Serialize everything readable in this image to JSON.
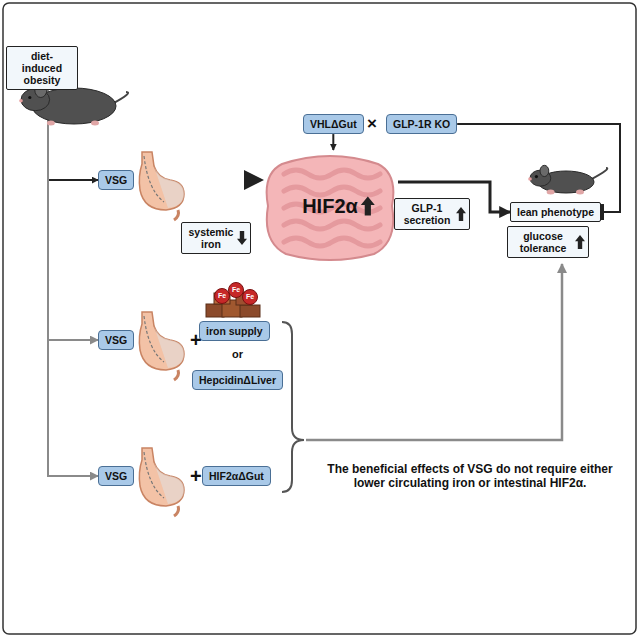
{
  "diagram": {
    "nodes": [
      {
        "text": [
          "diet-induced obesity"
        ]
      },
      {
        "text": [
          "VSG"
        ]
      },
      {
        "text": [
          "systemic iron"
        ]
      },
      {
        "text": [
          "VHLΔGut"
        ]
      },
      {
        "text": [
          "GLP-1R KO"
        ]
      },
      {
        "text": [
          "HIF2α"
        ]
      },
      {
        "text": [
          "GLP-1 secretion"
        ]
      },
      {
        "text": [
          "lean phenotype"
        ]
      },
      {
        "text": [
          "glucose tolerance"
        ]
      },
      {
        "text": [
          "VSG"
        ]
      },
      {
        "text": [
          "iron supply"
        ]
      },
      {
        "text": [
          "HepcidinΔLiver"
        ]
      },
      {
        "text": [
          "VSG"
        ]
      },
      {
        "text": [
          "HIF2αΔGut"
        ]
      }
    ],
    "edges": [
      {
        "from": 0,
        "to": 1,
        "arrow": "to"
      },
      {
        "from": 0,
        "to": 9,
        "arrow": "to"
      },
      {
        "from": 0,
        "to": 12,
        "arrow": "to"
      },
      {
        "from": 1,
        "to": 5,
        "arrow": "to"
      },
      {
        "from": 3,
        "to": 5,
        "arrow": "to"
      },
      {
        "from": 5,
        "to": 7,
        "arrow": "to"
      },
      {
        "from": 4,
        "to": 7,
        "arrow": "to"
      }
    ],
    "labels": [
      "×",
      "+",
      "or",
      "+",
      "Fe",
      "Fe",
      "Fe",
      "The beneficial effects of VSG do not require either lower circulating iron or intestinal HIF2α."
    ]
  }
}
